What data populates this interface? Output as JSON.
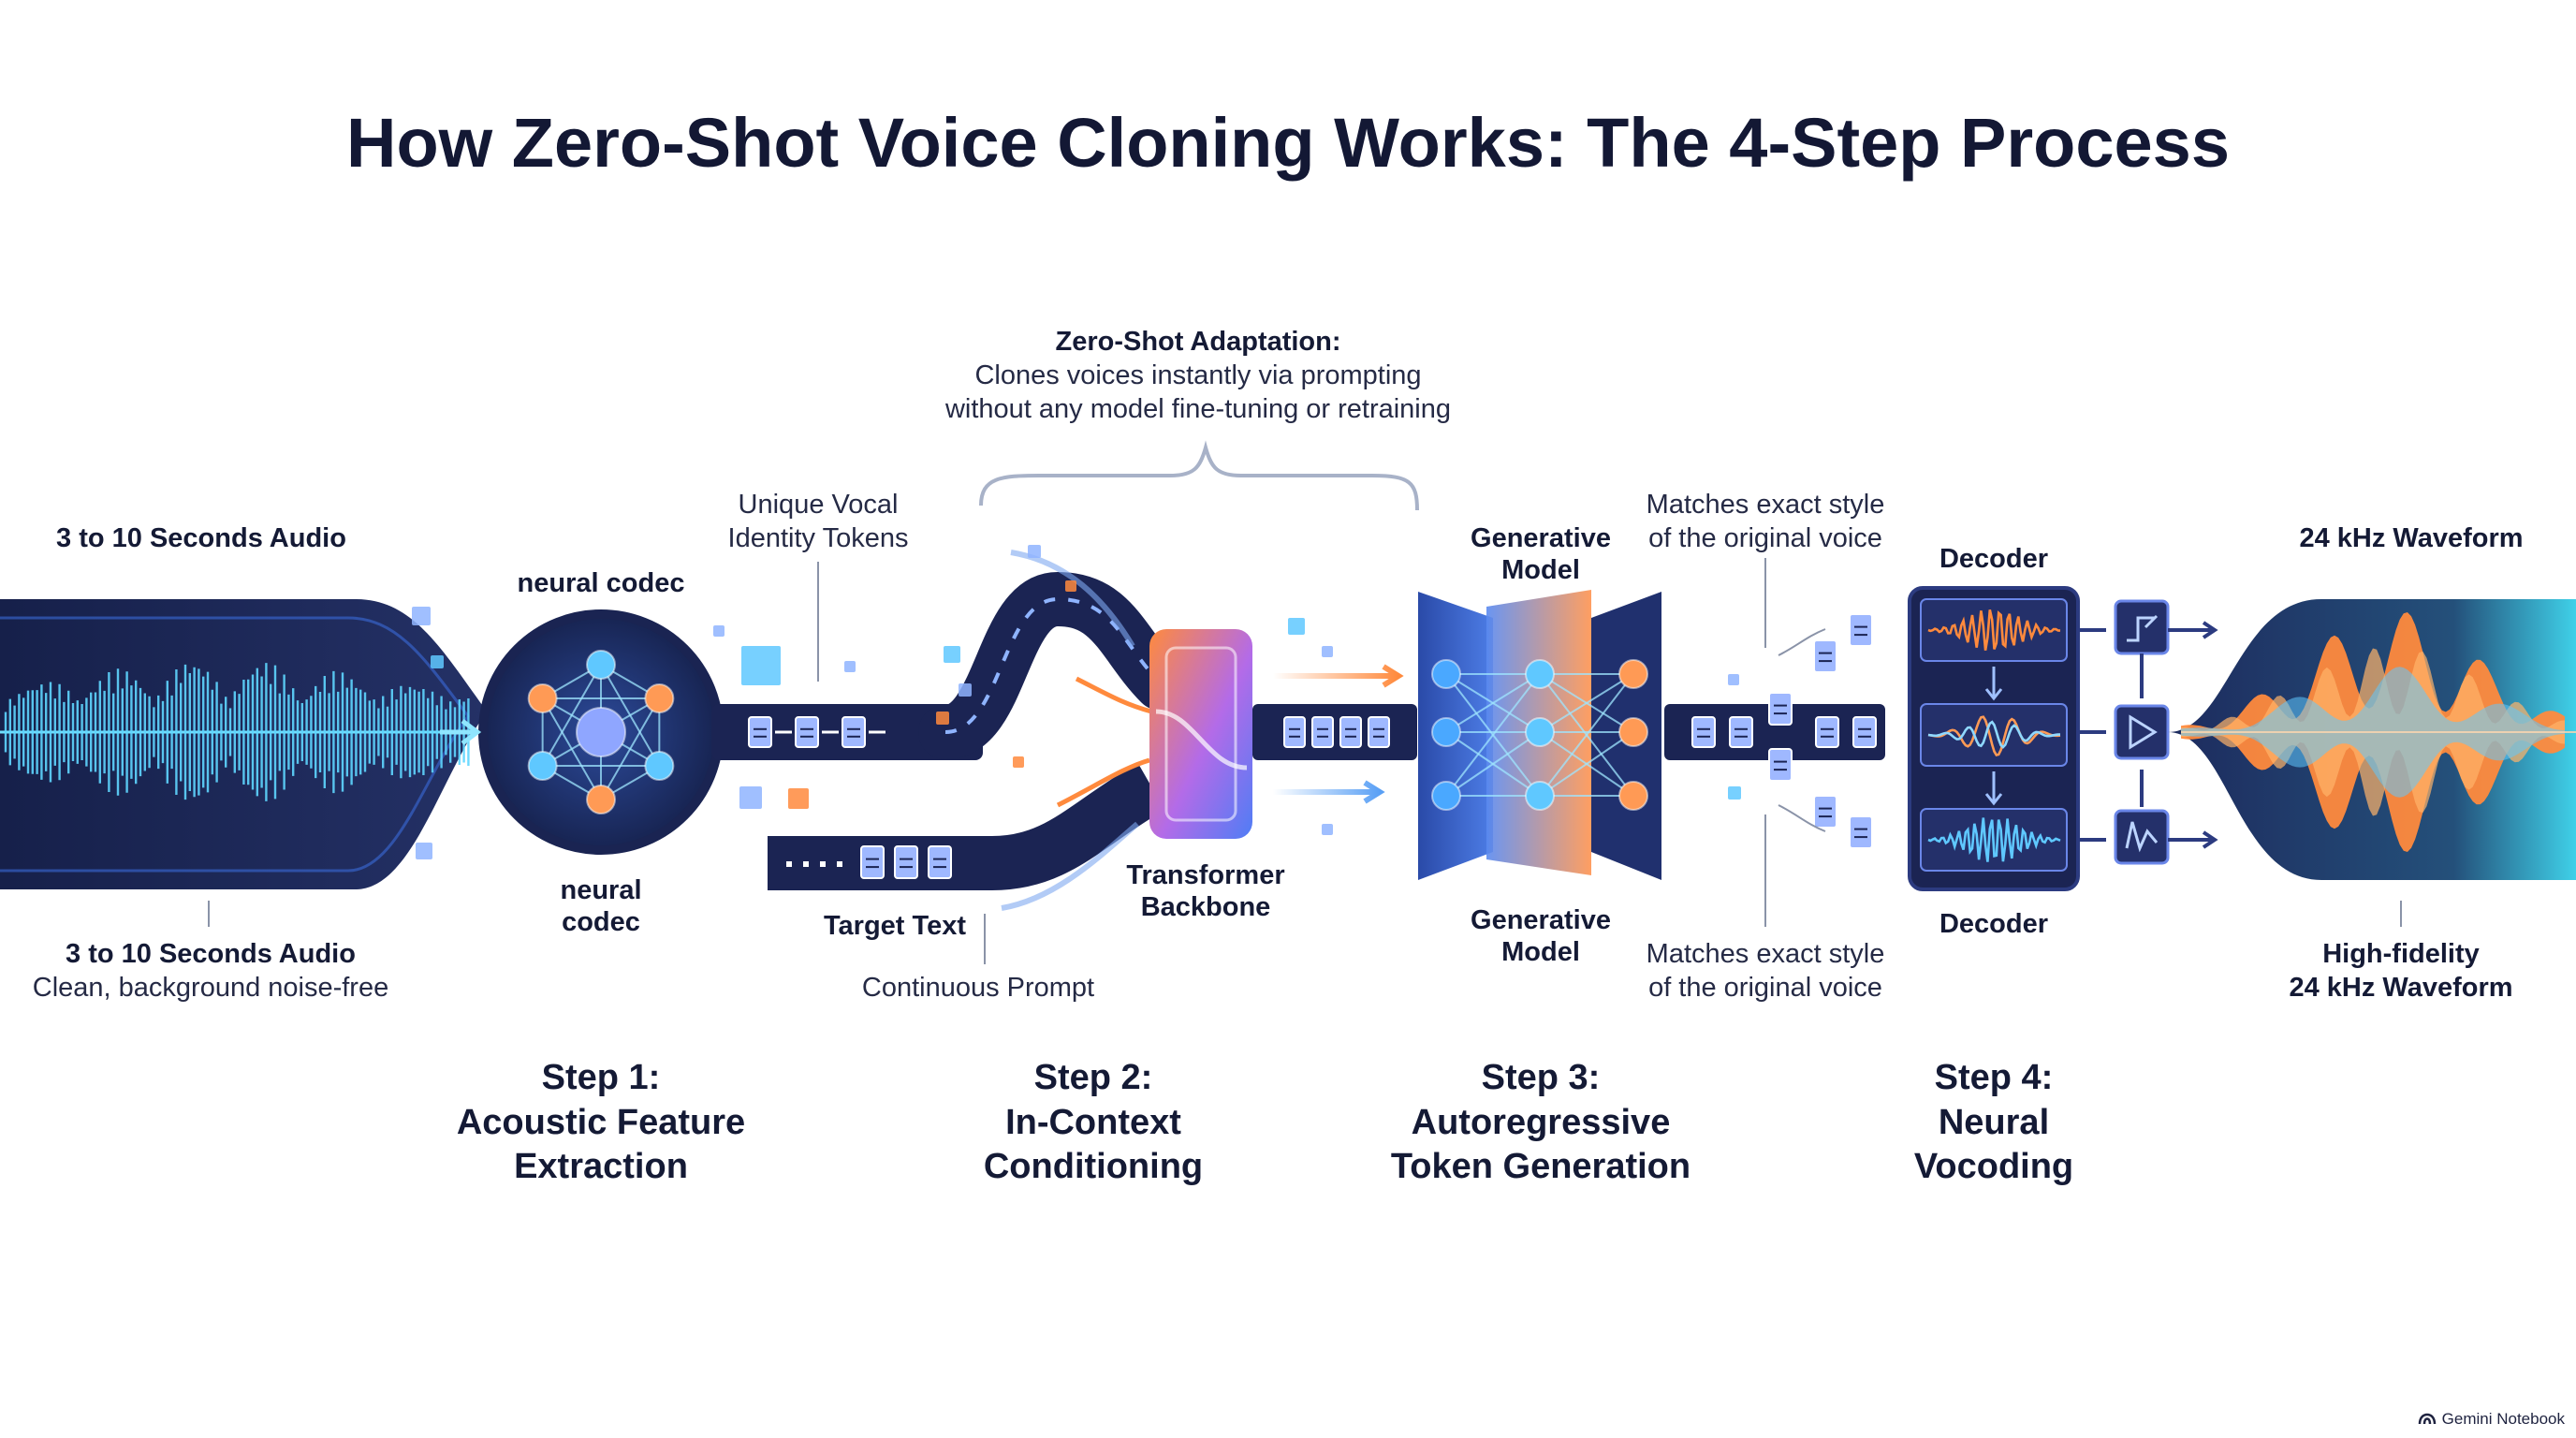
{
  "title": "How Zero-Shot Voice Cloning Works: The 4-Step Process",
  "adaptation": {
    "heading": "Zero-Shot Adaptation:",
    "line1": "Clones voices instantly via prompting",
    "line2": "without any model fine-tuning or retraining"
  },
  "input": {
    "top": "3 to 10 Seconds Audio",
    "bottom_title": "3 to 10 Seconds Audio",
    "bottom_sub": "Clean, background noise-free"
  },
  "codec": {
    "top": "neural codec",
    "bottom_1": "neural",
    "bottom_2": "codec"
  },
  "tokens": {
    "line1": "Unique Vocal",
    "line2": "Identity Tokens"
  },
  "target_text": "Target Text",
  "continuous_prompt": "Continuous Prompt",
  "transformer": {
    "line1": "Transformer",
    "line2": "Backbone"
  },
  "generative": {
    "top_1": "Generative",
    "top_2": "Model",
    "bottom_1": "Generative",
    "bottom_2": "Model"
  },
  "style": {
    "top_1": "Matches exact style",
    "top_2": "of the original voice",
    "bottom_1": "Matches exact style",
    "bottom_2": "of the original voice"
  },
  "decoder": {
    "top": "Decoder",
    "bottom": "Decoder"
  },
  "output": {
    "top": "24 kHz Waveform",
    "bottom_1": "High-fidelity",
    "bottom_2": "24 kHz Waveform"
  },
  "steps": [
    {
      "number": "Step 1:",
      "line1": "Acoustic Feature",
      "line2": "Extraction"
    },
    {
      "number": "Step 2:",
      "line1": "In-Context",
      "line2": "Conditioning"
    },
    {
      "number": "Step 3:",
      "line1": "Autoregressive",
      "line2": "Token Generation"
    },
    {
      "number": "Step 4:",
      "line1": "Neural",
      "line2": "Vocoding"
    }
  ],
  "brand": "Gemini Notebook",
  "colors": {
    "navy": "#1b2453",
    "cyan": "#3fd0f0",
    "orange": "#ff8a3d",
    "purple": "#7a6cf0"
  }
}
